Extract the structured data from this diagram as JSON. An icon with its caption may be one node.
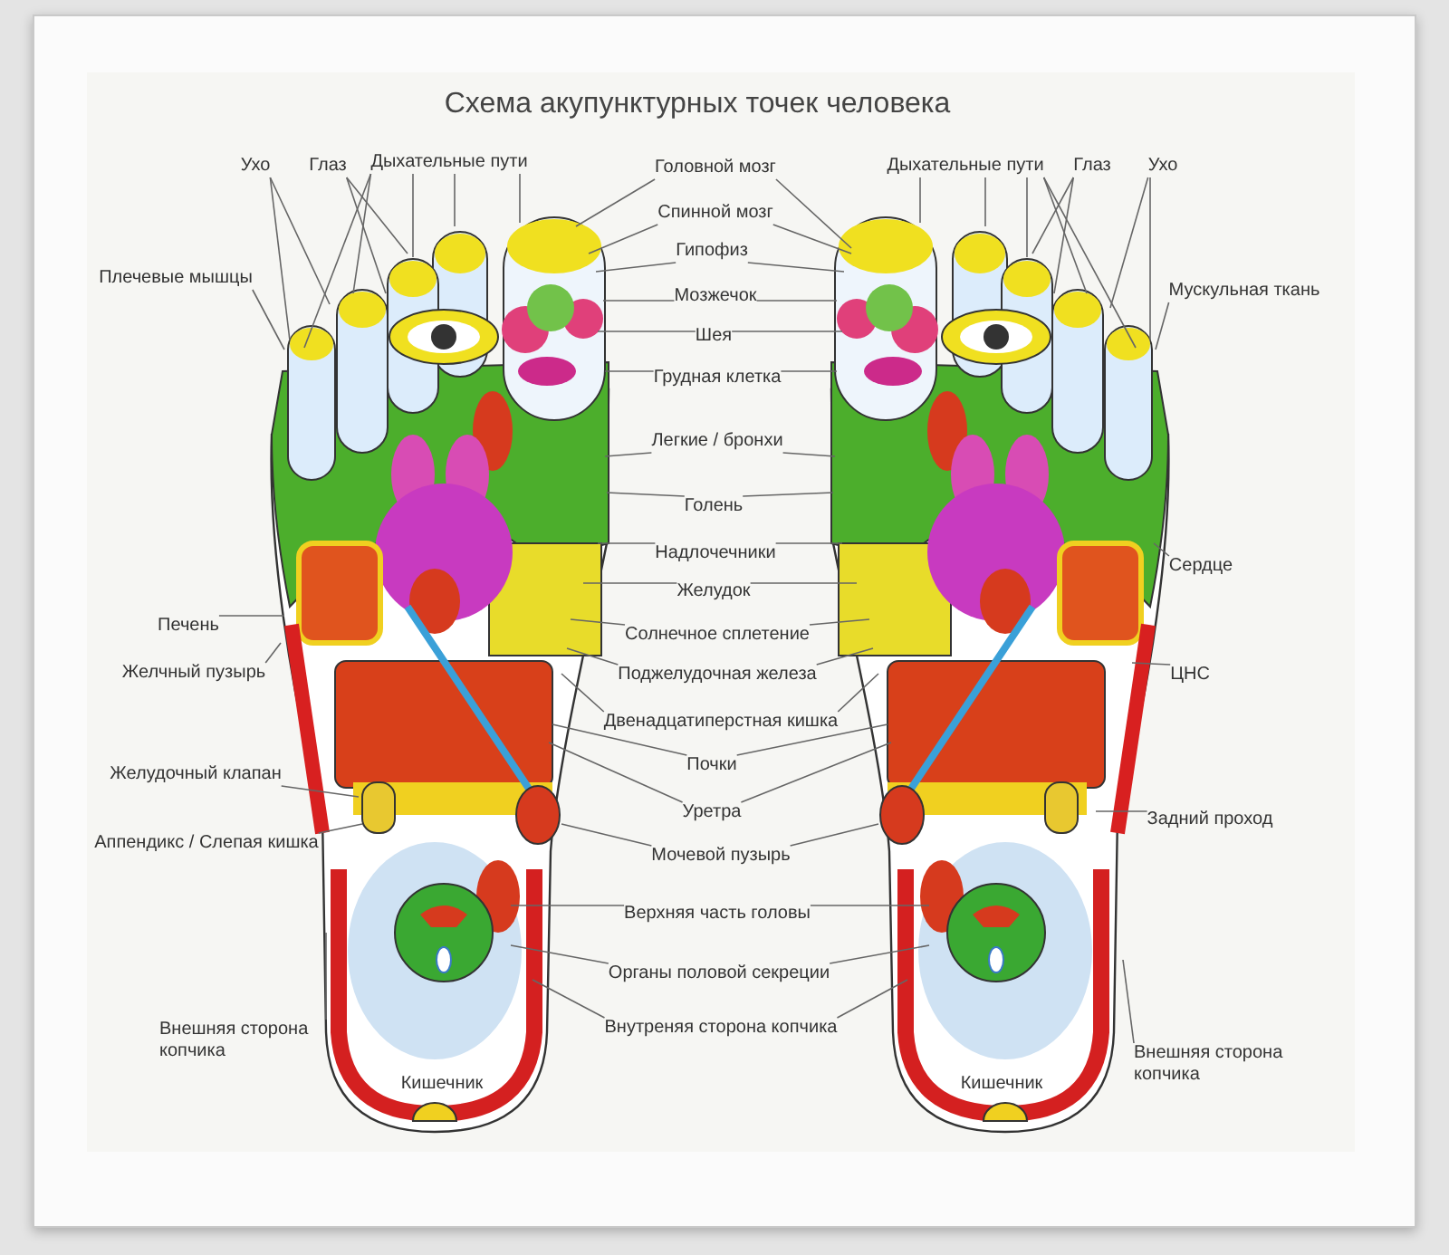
{
  "diagram": {
    "title": "Схема акупунктурных точек человека",
    "nodes": [
      {
        "text": [
          "Ухо"
        ]
      },
      {
        "text": [
          "Глаз"
        ]
      },
      {
        "text": [
          "Дыхательные пути"
        ]
      },
      {
        "text": [
          "Головной мозг"
        ]
      },
      {
        "text": [
          "Дыхательные пути"
        ]
      },
      {
        "text": [
          "Глаз"
        ]
      },
      {
        "text": [
          "Ухо"
        ]
      },
      {
        "text": [
          "Спинной мозг"
        ]
      },
      {
        "text": [
          "Гипофиз"
        ]
      },
      {
        "text": [
          "Плечевые мышцы"
        ]
      },
      {
        "text": [
          "Мускульная ткань"
        ]
      },
      {
        "text": [
          "Мозжечок"
        ]
      },
      {
        "text": [
          "Шея"
        ]
      },
      {
        "text": [
          "Грудная клетка"
        ]
      },
      {
        "text": [
          "Легкие / бронхи"
        ]
      },
      {
        "text": [
          "Голень"
        ]
      },
      {
        "text": [
          "Надлочечники"
        ]
      },
      {
        "text": [
          "Сердце"
        ]
      },
      {
        "text": [
          "Желудок"
        ]
      },
      {
        "text": [
          "Печень"
        ]
      },
      {
        "text": [
          "Солнечное сплетение"
        ]
      },
      {
        "text": [
          "Желчный пузырь"
        ]
      },
      {
        "text": [
          "Поджелудочная железа"
        ]
      },
      {
        "text": [
          "ЦНС"
        ]
      },
      {
        "text": [
          "Двенадцатиперстная кишка"
        ]
      },
      {
        "text": [
          "Почки"
        ]
      },
      {
        "text": [
          "Желудочный клапан"
        ]
      },
      {
        "text": [
          "Уретра"
        ]
      },
      {
        "text": [
          "Задний проход"
        ]
      },
      {
        "text": [
          "Аппендикс / Слепая кишка"
        ]
      },
      {
        "text": [
          "Мочевой пузырь"
        ]
      },
      {
        "text": [
          "Верхняя часть головы"
        ]
      },
      {
        "text": [
          "Органы половой секреции"
        ]
      },
      {
        "text": [
          "Внутреняя сторона копчика"
        ]
      },
      {
        "text": [
          "Внешняя сторона копчика"
        ]
      },
      {
        "text": [
          "Внешняя сторона копчика"
        ]
      }
    ],
    "edges": [
      {
        "from": 0,
        "to": null,
        "arrow": "none"
      },
      {
        "from": 0,
        "to": null,
        "arrow": "none"
      },
      {
        "from": 1,
        "to": null,
        "arrow": "none"
      },
      {
        "from": 1,
        "to": null,
        "arrow": "none"
      },
      {
        "from": 2,
        "to": null,
        "arrow": "none"
      },
      {
        "from": 2,
        "to": null,
        "arrow": "none"
      },
      {
        "from": 2,
        "to": null,
        "arrow": "none"
      },
      {
        "from": 2,
        "to": null,
        "arrow": "none"
      },
      {
        "from": 2,
        "to": null,
        "arrow": "none"
      },
      {
        "from": 3,
        "to": null,
        "arrow": "none"
      },
      {
        "from": 3,
        "to": null,
        "arrow": "none"
      },
      {
        "from": 4,
        "to": null,
        "arrow": "none"
      },
      {
        "from": 4,
        "to": null,
        "arrow": "none"
      },
      {
        "from": 4,
        "to": null,
        "arrow": "none"
      },
      {
        "from": 4,
        "to": null,
        "arrow": "none"
      },
      {
        "from": 4,
        "to": null,
        "arrow": "none"
      },
      {
        "from": 5,
        "to": null,
        "arrow": "none"
      },
      {
        "from": 5,
        "to": null,
        "arrow": "none"
      },
      {
        "from": 6,
        "to": null,
        "arrow": "none"
      },
      {
        "from": 6,
        "to": null,
        "arrow": "none"
      },
      {
        "from": 7,
        "to": null,
        "arrow": "none"
      },
      {
        "from": 7,
        "to": null,
        "arrow": "none"
      },
      {
        "from": 8,
        "to": null,
        "arrow": "none"
      },
      {
        "from": 8,
        "to": null,
        "arrow": "none"
      },
      {
        "from": 9,
        "to": null,
        "arrow": "none"
      },
      {
        "from": 10,
        "to": null,
        "arrow": "none"
      },
      {
        "from": 11,
        "to": null,
        "arrow": "none"
      },
      {
        "from": 11,
        "to": null,
        "arrow": "none"
      },
      {
        "from": 12,
        "to": null,
        "arrow": "none"
      },
      {
        "from": 12,
        "to": null,
        "arrow": "none"
      },
      {
        "from": 13,
        "to": null,
        "arrow": "none"
      },
      {
        "from": 13,
        "to": null,
        "arrow": "none"
      },
      {
        "from": 14,
        "to": null,
        "arrow": "none"
      },
      {
        "from": 14,
        "to": null,
        "arrow": "none"
      },
      {
        "from": 15,
        "to": null,
        "arrow": "none"
      },
      {
        "from": 15,
        "to": null,
        "arrow": "none"
      },
      {
        "from": 16,
        "to": null,
        "arrow": "none"
      },
      {
        "from": 16,
        "to": null,
        "arrow": "none"
      },
      {
        "from": 17,
        "to": null,
        "arrow": "none"
      },
      {
        "from": 18,
        "to": null,
        "arrow": "none"
      },
      {
        "from": 18,
        "to": null,
        "arrow": "none"
      },
      {
        "from": 19,
        "to": null,
        "arrow": "none"
      },
      {
        "from": 20,
        "to": null,
        "arrow": "none"
      },
      {
        "from": 20,
        "to": null,
        "arrow": "none"
      },
      {
        "from": 21,
        "to": null,
        "arrow": "none"
      },
      {
        "from": 22,
        "to": null,
        "arrow": "none"
      },
      {
        "from": 22,
        "to": null,
        "arrow": "none"
      },
      {
        "from": 23,
        "to": null,
        "arrow": "none"
      },
      {
        "from": 24,
        "to": null,
        "arrow": "none"
      },
      {
        "from": 24,
        "to": null,
        "arrow": "none"
      },
      {
        "from": 25,
        "to": null,
        "arrow": "none"
      },
      {
        "from": 25,
        "to": null,
        "arrow": "none"
      },
      {
        "from": 26,
        "to": null,
        "arrow": "none"
      },
      {
        "from": 27,
        "to": null,
        "arrow": "none"
      },
      {
        "from": 27,
        "to": null,
        "arrow": "none"
      },
      {
        "from": 28,
        "to": null,
        "arrow": "none"
      },
      {
        "from": 29,
        "to": null,
        "arrow": "none"
      },
      {
        "from": 30,
        "to": null,
        "arrow": "none"
      },
      {
        "from": 30,
        "to": null,
        "arrow": "none"
      },
      {
        "from": 31,
        "to": null,
        "arrow": "none"
      },
      {
        "from": 31,
        "to": null,
        "arrow": "none"
      },
      {
        "from": 32,
        "to": null,
        "arrow": "none"
      },
      {
        "from": 32,
        "to": null,
        "arrow": "none"
      },
      {
        "from": 33,
        "to": null,
        "arrow": "none"
      },
      {
        "from": 33,
        "to": null,
        "arrow": "none"
      },
      {
        "from": 34,
        "to": null,
        "arrow": "none"
      },
      {
        "from": 35,
        "to": null,
        "arrow": "none"
      }
    ],
    "labels": [
      "Кишечник",
      "Кишечник"
    ]
  }
}
